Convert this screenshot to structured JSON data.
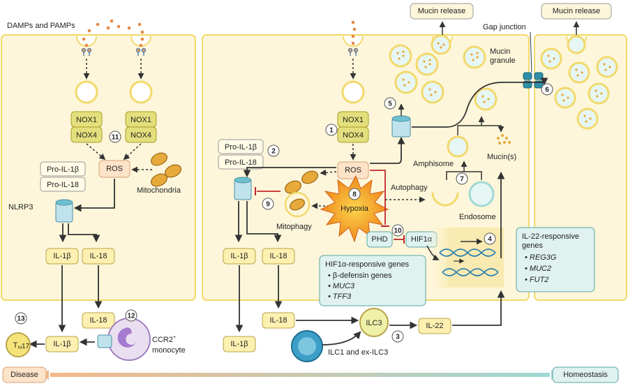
{
  "labels": {
    "damps_pamps": "DAMPs and PAMPs",
    "mucin_release_1": "Mucin release",
    "mucin_release_2": "Mucin release",
    "gap_junction": "Gap junction",
    "mucin_granule": "Mucin\ngranule",
    "nox1_a": "NOX1",
    "nox4_a": "NOX4",
    "nox1_b": "NOX1",
    "nox4_b": "NOX4",
    "nox1_c": "NOX1",
    "nox4_c": "NOX4",
    "ros_left": "ROS",
    "ros_mid": "ROS",
    "mitochondria": "Mitochondria",
    "pro_il1b_left": "Pro-IL-1β",
    "pro_il18_left": "Pro-IL-18",
    "pro_il1b_mid": "Pro-IL-1β",
    "pro_il18_mid": "Pro-IL-18",
    "nlrp3": "NLRP3",
    "il1b_left": "IL-1β",
    "il18_left": "IL-18",
    "il1b_mid": "IL-1β",
    "il18_mid": "IL-18",
    "il18_low_left": "IL-18",
    "il1b_low_left": "IL-1β",
    "il18_low_mid": "IL-18",
    "il1b_low_mid": "IL-1β",
    "th17": "T",
    "th17_sub": "H",
    "th17_num": "17",
    "ccr2": "CCR2",
    "ccr2_sup": "+",
    "monocyte": "monocyte",
    "mitophagy": "Mitophagy",
    "hypoxia": "Hypoxia",
    "autophagy": "Autophagy",
    "amphisome": "Amphisome",
    "endosome": "Endosome",
    "mucins": "Mucin(s)",
    "phd": "PHD",
    "hif1a": "HIF1α",
    "hif_genes_title": "HIF1α-responsive genes",
    "hif_genes": [
      "• β-defensin genes",
      "• MUC3",
      "• TFF3"
    ],
    "il22_genes_title": "IL-22-responsive\ngenes",
    "il22_genes": [
      "• REG3G",
      "• MUC2",
      "• FUT2"
    ],
    "ilc3": "ILC3",
    "il22": "IL-22",
    "ilc1": "ILC1 and ex-ILC3",
    "disease": "Disease",
    "homeostasis": "Homeostasis"
  },
  "step_numbers": [
    "1",
    "2",
    "3",
    "4",
    "5",
    "6",
    "7",
    "8",
    "9",
    "10",
    "11",
    "12",
    "13"
  ],
  "colors": {
    "cell_fill": "#fdf6da",
    "cell_border": "#f2d96b",
    "nox_fill": "#e4df7d",
    "ros_fill": "#fde3c8",
    "box_fill": "#fffbe6",
    "teal_box": "#dff2f0",
    "red_inhibit": "#c0262d",
    "arrow": "#333333"
  }
}
